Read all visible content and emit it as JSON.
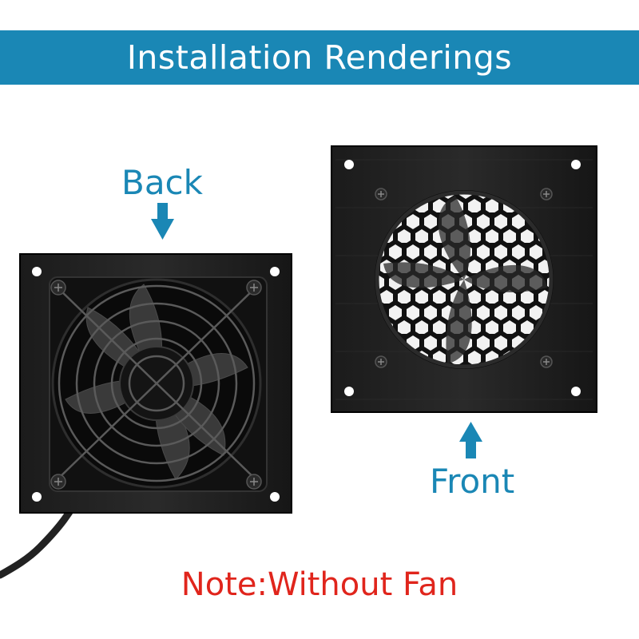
{
  "header": {
    "title": "Installation Renderings"
  },
  "labels": {
    "back": "Back",
    "front": "Front"
  },
  "note": {
    "text": "Note:Without Fan"
  },
  "colors": {
    "banner": "#1a87b5",
    "label_text": "#1a87b5",
    "arrow": "#1a87b5",
    "note_text": "#e0251c",
    "plate": "#1a1a1a",
    "background": "#ffffff"
  },
  "icons": {
    "back_arrow": "arrow-down-icon",
    "front_arrow": "arrow-up-icon"
  }
}
